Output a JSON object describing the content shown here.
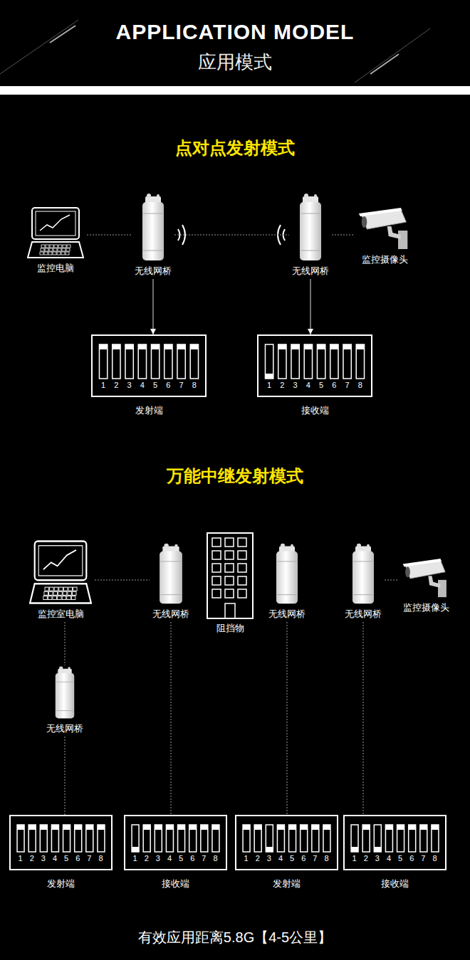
{
  "diagram": {
    "title": "APPLICATION MODEL",
    "caption": "有效应用距离5.8G【4-5公里】",
    "nodes": [
      {
        "text": [
          "监控电脑"
        ]
      },
      {
        "text": [
          "无线网桥"
        ]
      },
      {
        "text": [
          "无线网桥"
        ]
      },
      {
        "text": [
          "监控摄像头"
        ]
      },
      {
        "text": [
          "1",
          "2",
          "3",
          "4",
          "5",
          "6",
          "7",
          "8",
          "发射端"
        ]
      },
      {
        "text": [
          "1",
          "2",
          "3",
          "4",
          "5",
          "6",
          "7",
          "8",
          "接收端"
        ]
      },
      {
        "text": [
          "监控室电脑"
        ]
      },
      {
        "text": [
          "无线网桥"
        ]
      },
      {
        "text": [
          "阻挡物"
        ]
      },
      {
        "text": [
          "无线网桥"
        ]
      },
      {
        "text": [
          "无线网桥"
        ]
      },
      {
        "text": [
          "监控摄像头"
        ]
      },
      {
        "text": [
          "无线网桥"
        ]
      },
      {
        "text": [
          "1",
          "2",
          "3",
          "4",
          "5",
          "6",
          "7",
          "8",
          "发射端"
        ]
      },
      {
        "text": [
          "1",
          "2",
          "3",
          "4",
          "5",
          "6",
          "7",
          "8",
          "接收端"
        ]
      },
      {
        "text": [
          "1",
          "2",
          "3",
          "4",
          "5",
          "6",
          "7",
          "8",
          "发射端"
        ]
      },
      {
        "text": [
          "1",
          "2",
          "3",
          "4",
          "5",
          "6",
          "7",
          "8",
          "接收端"
        ]
      }
    ],
    "edges": [
      {
        "from": 0,
        "to": 1,
        "arrow": "none"
      },
      {
        "from": 1,
        "to": 2,
        "arrow": "none"
      },
      {
        "from": 2,
        "to": 3,
        "arrow": "none"
      },
      {
        "from": 1,
        "to": 4,
        "arrow": "to"
      },
      {
        "from": 2,
        "to": 5,
        "arrow": "to"
      },
      {
        "from": 6,
        "to": 7,
        "arrow": "none"
      },
      {
        "from": 10,
        "to": 11,
        "arrow": "none"
      },
      {
        "from": 6,
        "to": 12,
        "arrow": "none"
      },
      {
        "from": 12,
        "to": 13,
        "arrow": "none"
      },
      {
        "from": 7,
        "to": 14,
        "arrow": "none"
      },
      {
        "from": 9,
        "to": 15,
        "arrow": "none"
      },
      {
        "from": 10,
        "to": 16,
        "arrow": "none"
      }
    ],
    "labels": [
      "应用模式",
      "点对点发射模式",
      "万能中继发射模式"
    ]
  }
}
